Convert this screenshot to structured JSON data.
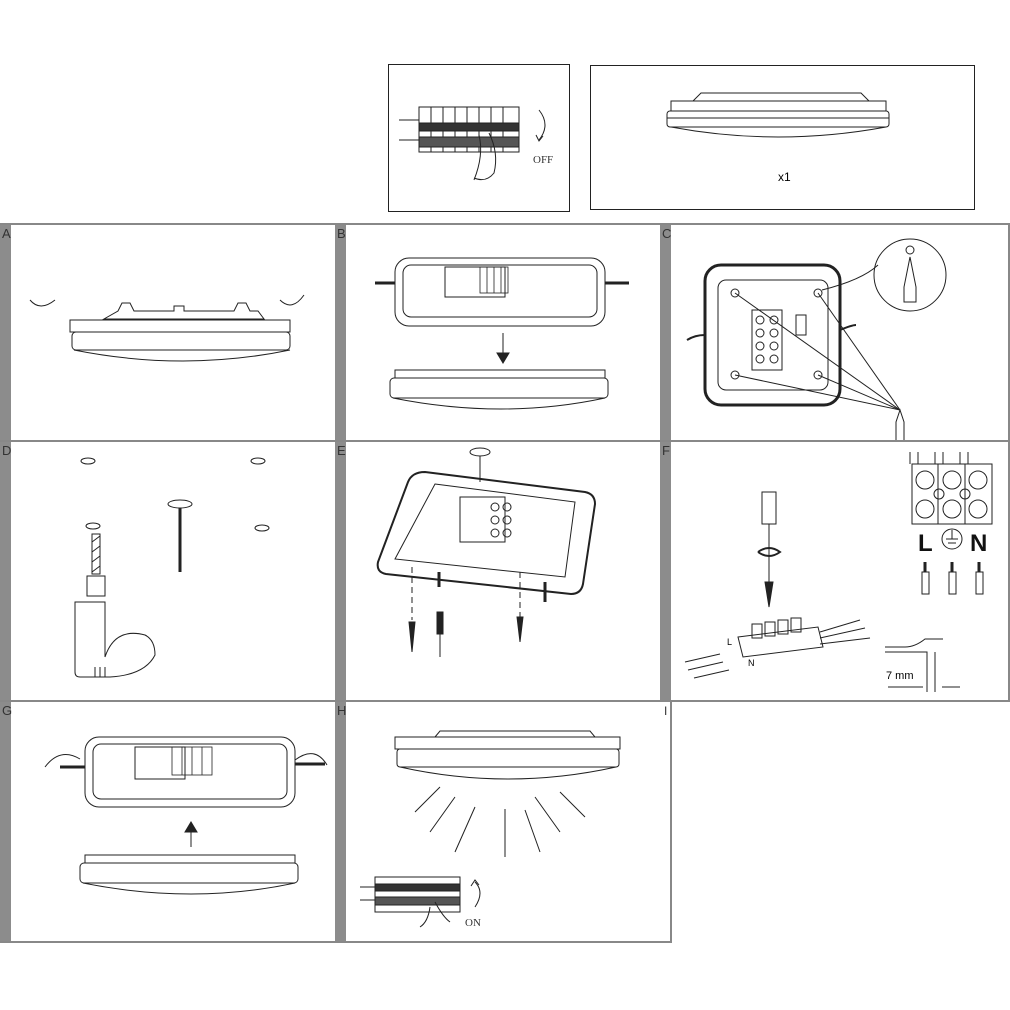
{
  "header": {
    "switch_off_label": "OFF",
    "quantity_label": "x1"
  },
  "steps": [
    {
      "label": "A"
    },
    {
      "label": "B"
    },
    {
      "label": "C"
    },
    {
      "label": "D"
    },
    {
      "label": "E"
    },
    {
      "label": "F"
    },
    {
      "label": "G"
    },
    {
      "label": "H"
    },
    {
      "label": "I"
    }
  ],
  "wiring": {
    "live_label": "L",
    "neutral_label": "N",
    "small_live_label": "L",
    "small_neutral_label": "N",
    "strip_length_label": "7 mm"
  },
  "final": {
    "switch_on_label": "ON"
  }
}
